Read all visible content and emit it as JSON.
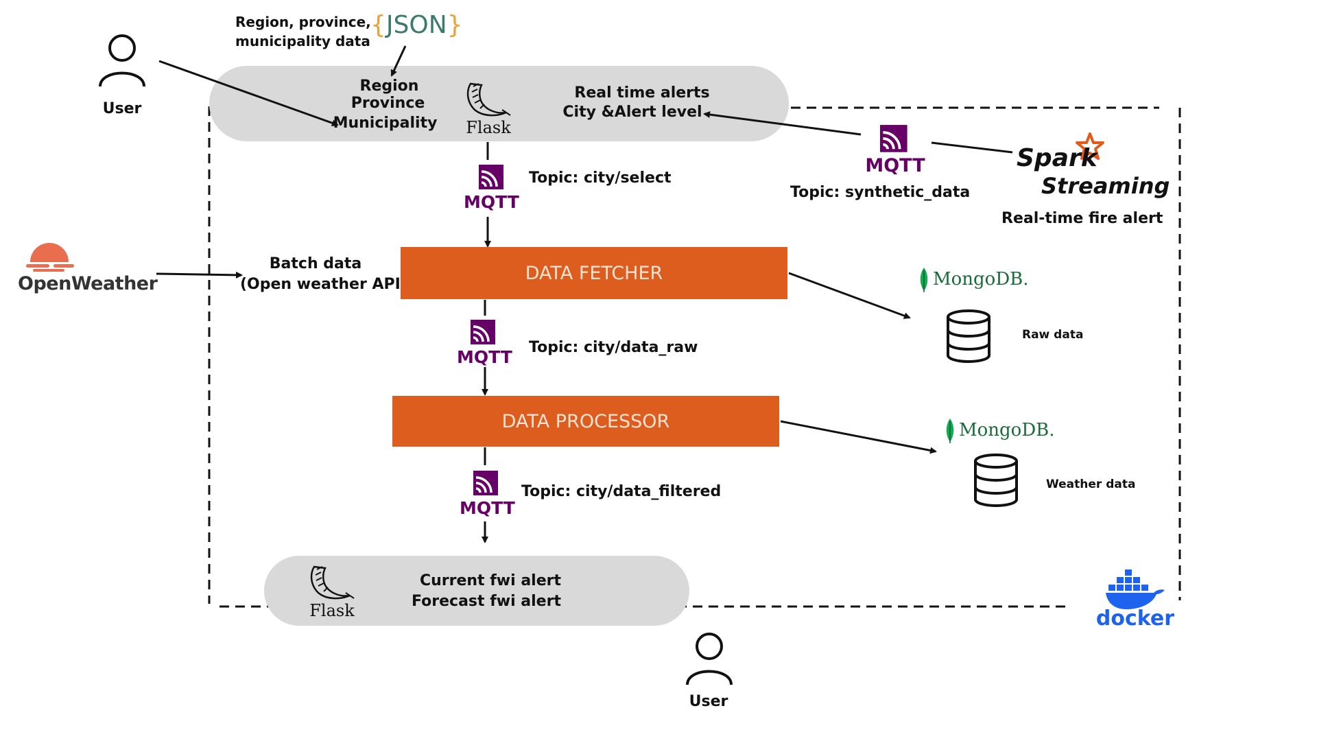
{
  "json_source": {
    "caption_line1": "Region, province,",
    "caption_line2": "municipality data",
    "logo": "{JSON}"
  },
  "top_panel": {
    "selector_line1": "Region",
    "selector_line2": "Province",
    "selector_line3": "Municipality",
    "flask_label": "Flask",
    "alerts_line1": "Real time alerts",
    "alerts_line2": "City &Alert level"
  },
  "bottom_panel": {
    "flask_label": "Flask",
    "alert_line1": "Current fwi alert",
    "alert_line2": "Forecast fwi alert"
  },
  "users": {
    "top_label": "User",
    "bottom_label": "User"
  },
  "mqtt": {
    "label": "MQTT",
    "topic_select": "Topic: city/select",
    "topic_raw": "Topic: city/data_raw",
    "topic_filtered": "Topic: city/data_filtered",
    "topic_synthetic": "Topic: synthetic_data"
  },
  "spark": {
    "logo_line1": "Spark",
    "logo_line2": "Streaming",
    "caption": "Real-time fire alert"
  },
  "openweather": {
    "logo": "OpenWeather",
    "batch_line1": "Batch data",
    "batch_line2": "(Open weather API)"
  },
  "components": {
    "fetcher": "DATA FETCHER",
    "processor": "DATA PROCESSOR"
  },
  "mongodb": {
    "logo": "MongoDB.",
    "raw_label": "Raw data",
    "weather_label": "Weather data"
  },
  "docker": {
    "logo": "docker"
  },
  "colors": {
    "component_fill": "#dd5d1e",
    "panel_fill": "#d9d9d9",
    "mqtt_purple": "#660066",
    "openweather_orange": "#e96e50",
    "docker_blue": "#1d63ed",
    "mongo_green": "#1a6b3a",
    "json_orange": "#e8a33d",
    "json_green": "#3d7a6e"
  },
  "icons": [
    "user-icon",
    "mqtt-icon",
    "flask-icon",
    "database-icon",
    "mongodb-leaf-icon",
    "docker-whale-icon",
    "openweather-sun-icon",
    "spark-star-icon"
  ]
}
